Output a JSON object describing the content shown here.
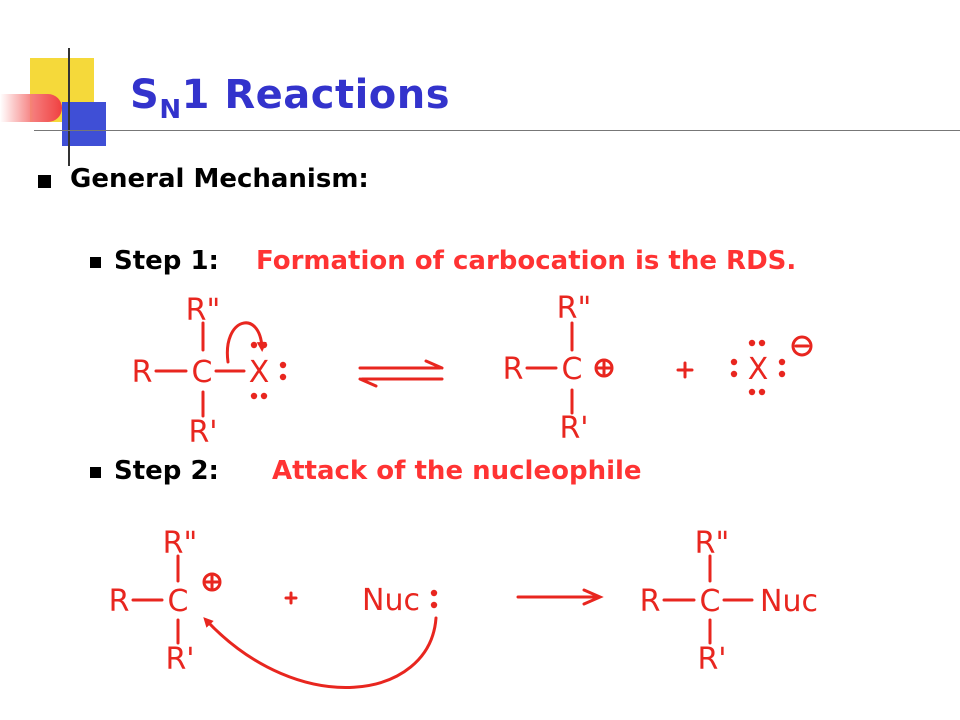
{
  "slide": {
    "title_main": "S",
    "title_sub": "N",
    "title_rest": "1 Reactions",
    "heading": "General Mechanism:",
    "step1_label": "Step 1:",
    "step1_desc": "Formation of carbocation is the RDS.",
    "step2_label": "Step 2:",
    "step2_desc": "Attack of the nucleophile"
  },
  "chem": {
    "R": "R",
    "R2": "R\"",
    "R1": "R'",
    "C": "C",
    "X": "X",
    "Nuc": "Nuc",
    "plus": "+"
  },
  "colors": {
    "title": "#3333cc",
    "chem": "#e8261f",
    "deco_yellow": "#f5d93a",
    "deco_blue": "#4050d8",
    "deco_red": "#f04040"
  }
}
